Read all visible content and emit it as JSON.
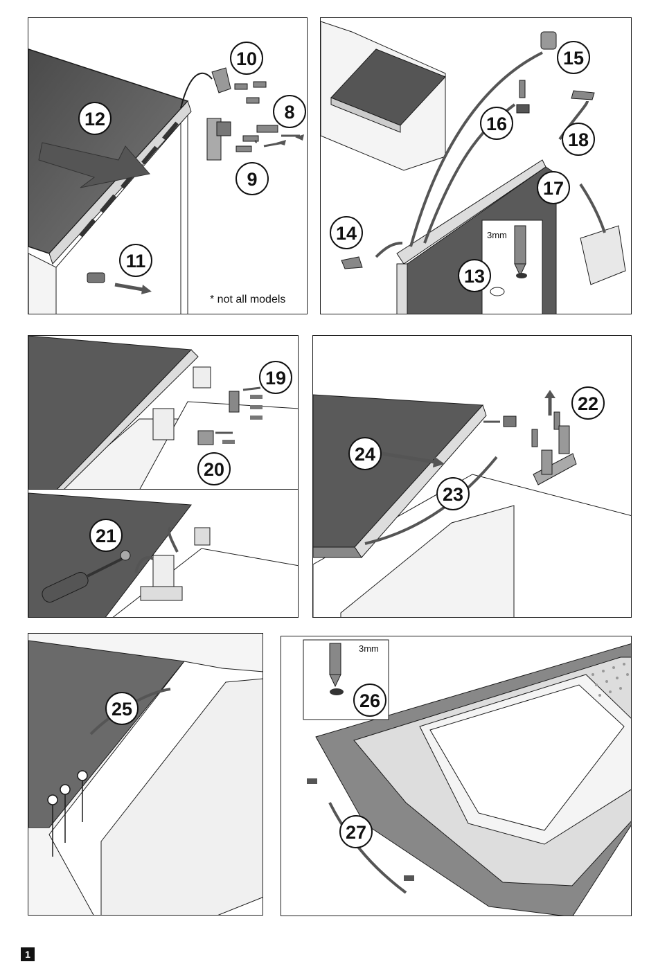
{
  "panels": {
    "p1": {
      "steps": [
        "10",
        "8",
        "12",
        "9",
        "11"
      ],
      "note": "* not all models",
      "marker": "*"
    },
    "p2": {
      "steps": [
        "15",
        "16",
        "18",
        "17",
        "14",
        "13"
      ],
      "drill_label": "3mm"
    },
    "p3": {
      "steps": [
        "19",
        "20"
      ]
    },
    "p4": {
      "steps": [
        "21"
      ]
    },
    "p5": {
      "steps": [
        "22",
        "24",
        "23"
      ]
    },
    "p6": {
      "steps": [
        "25"
      ]
    },
    "p7": {
      "steps": [
        "26",
        "27"
      ],
      "drill_label": "3mm"
    }
  },
  "page_number": "1",
  "colors": {
    "lid": "#5a5a5a",
    "line": "#1a1a1a",
    "fill_light": "#ececec",
    "arrow": "#555555"
  }
}
